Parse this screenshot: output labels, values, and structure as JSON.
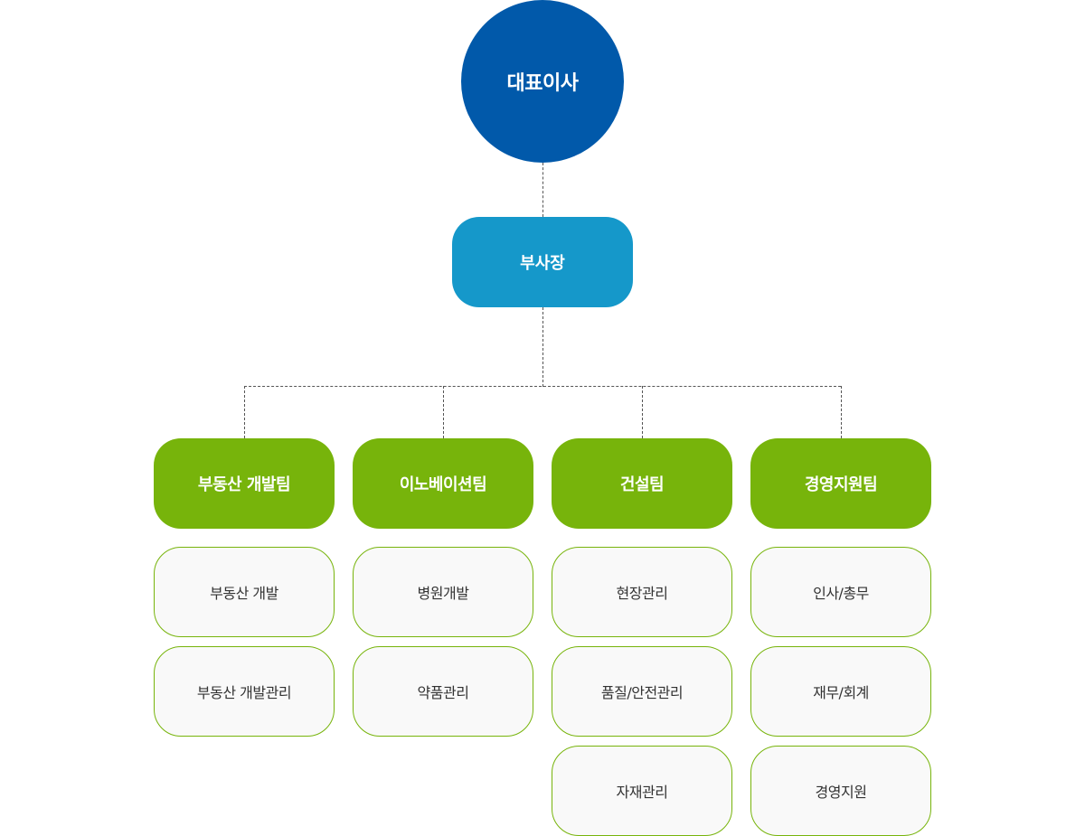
{
  "ceo": {
    "label": "대표이사"
  },
  "vp": {
    "label": "부사장"
  },
  "teams": [
    {
      "label": "부동산 개발팀",
      "units": [
        "부동산 개발",
        "부동산 개발관리"
      ]
    },
    {
      "label": "이노베이션팀",
      "units": [
        "병원개발",
        "약품관리"
      ]
    },
    {
      "label": "건설팀",
      "units": [
        "현장관리",
        "품질/안전관리",
        "자재관리"
      ]
    },
    {
      "label": "경영지원팀",
      "units": [
        "인사/총무",
        "재무/회계",
        "경영지원"
      ]
    }
  ],
  "colors": {
    "ceo": "#0159aa",
    "vp": "#1598ca",
    "team": "#77b40b",
    "unit_border": "#77b40b",
    "unit_bg": "#f9f9f9",
    "connector": "#555555"
  }
}
